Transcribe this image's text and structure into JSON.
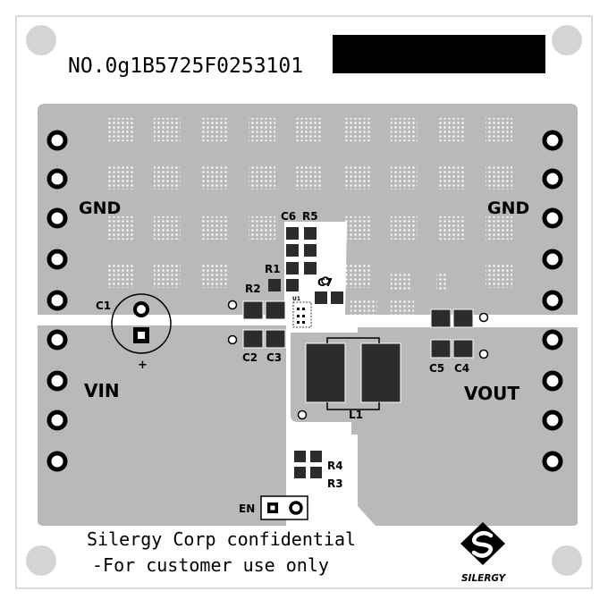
{
  "board": {
    "serial": "NO.0g1B5725F0253101",
    "confidential_line1": "Silergy Corp confidential",
    "confidential_line2": "-For customer use only",
    "logo_text": "SILERGY"
  },
  "nets": {
    "gnd_left": "GND",
    "gnd_right": "GND",
    "vin": "VIN",
    "vout": "VOUT",
    "en": "EN"
  },
  "components": {
    "c1": "C1",
    "c2": "C2",
    "c3": "C3",
    "c4": "C4",
    "c5": "C5",
    "c6": "C6",
    "c7": "C7",
    "r1": "R1",
    "r2": "R2",
    "r3": "R3",
    "r4": "R4",
    "r5": "R5",
    "l1": "L1",
    "u1": "U1",
    "c1_polarity": "+"
  },
  "colors": {
    "copper": "#b9b9b9",
    "pad": "#2c2c2c",
    "board": "#ffffff",
    "mounting_hole": "#d4d4d4"
  }
}
